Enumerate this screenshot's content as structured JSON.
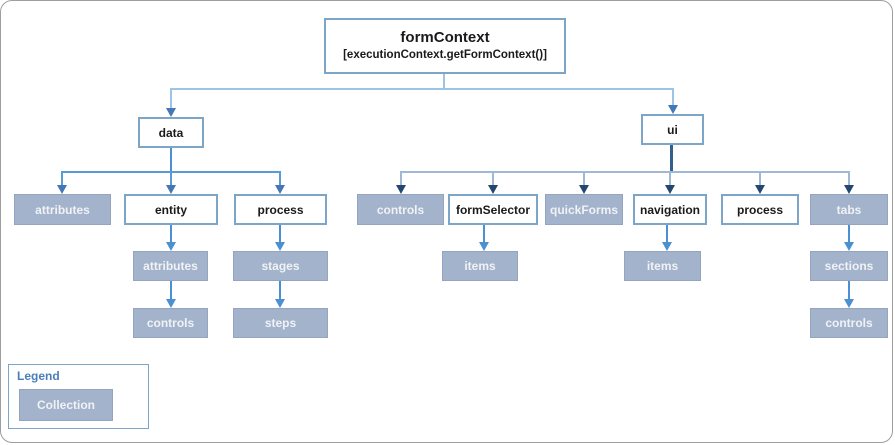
{
  "diagram": {
    "root": {
      "label": "formContext",
      "subtitle": "[executionContext.getFormContext()]",
      "type": "object"
    },
    "nodes": {
      "data": {
        "label": "data",
        "type": "object"
      },
      "data_attributes": {
        "label": "attributes",
        "type": "collection"
      },
      "entity": {
        "label": "entity",
        "type": "object"
      },
      "data_process": {
        "label": "process",
        "type": "object"
      },
      "entity_attributes": {
        "label": "attributes",
        "type": "collection"
      },
      "entity_controls": {
        "label": "controls",
        "type": "collection"
      },
      "process_stages": {
        "label": "stages",
        "type": "collection"
      },
      "process_steps": {
        "label": "steps",
        "type": "collection"
      },
      "ui": {
        "label": "ui",
        "type": "object"
      },
      "ui_controls": {
        "label": "controls",
        "type": "collection"
      },
      "formSelector": {
        "label": "formSelector",
        "type": "object"
      },
      "formSelector_items": {
        "label": "items",
        "type": "collection"
      },
      "quickForms": {
        "label": "quickForms",
        "type": "collection"
      },
      "navigation": {
        "label": "navigation",
        "type": "object"
      },
      "navigation_items": {
        "label": "items",
        "type": "collection"
      },
      "ui_process": {
        "label": "process",
        "type": "object"
      },
      "tabs": {
        "label": "tabs",
        "type": "collection"
      },
      "tabs_sections": {
        "label": "sections",
        "type": "collection"
      },
      "tabs_controls": {
        "label": "controls",
        "type": "collection"
      }
    },
    "edges": [
      [
        "root",
        "data"
      ],
      [
        "root",
        "ui"
      ],
      [
        "data",
        "data_attributes"
      ],
      [
        "data",
        "entity"
      ],
      [
        "data",
        "data_process"
      ],
      [
        "entity",
        "entity_attributes"
      ],
      [
        "entity_attributes",
        "entity_controls"
      ],
      [
        "data_process",
        "process_stages"
      ],
      [
        "process_stages",
        "process_steps"
      ],
      [
        "ui",
        "ui_controls"
      ],
      [
        "ui",
        "formSelector"
      ],
      [
        "ui",
        "quickForms"
      ],
      [
        "ui",
        "navigation"
      ],
      [
        "ui",
        "ui_process"
      ],
      [
        "ui",
        "tabs"
      ],
      [
        "formSelector",
        "formSelector_items"
      ],
      [
        "navigation",
        "navigation_items"
      ],
      [
        "tabs",
        "tabs_sections"
      ],
      [
        "tabs_sections",
        "tabs_controls"
      ]
    ]
  },
  "legend": {
    "title": "Legend",
    "items": [
      {
        "label": "Collection",
        "style": "collection"
      }
    ]
  },
  "colors": {
    "object_border": "#7DA5C8",
    "collection_fill": "#A3B3CC",
    "collection_border": "#93A5BF",
    "connector_light": "#9DC3E6",
    "connector_mid": "#5B9BD5",
    "connector_bright": "#4A90D2",
    "ui_trunk_dark": "#31608F",
    "ui_row_line": "#9FB9D3",
    "arrowhead_mid": "#4377B5",
    "arrowhead_dark": "#24476F",
    "legend_title_color": "#4A7EBB"
  }
}
